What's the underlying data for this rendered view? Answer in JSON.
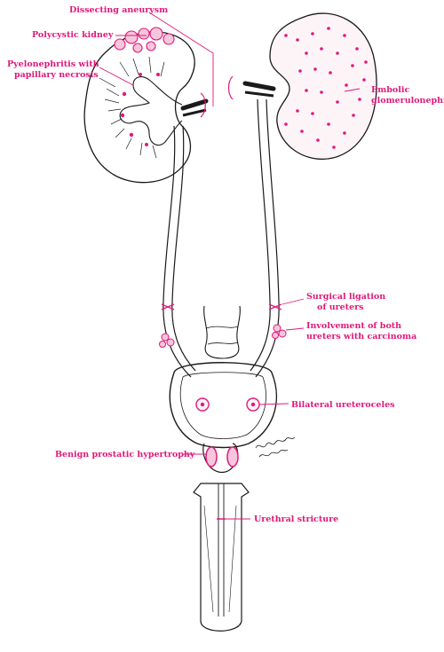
{
  "colors": {
    "accent": "#e0197a",
    "ink": "#1a1a1a",
    "background": "#ffffff"
  },
  "labels": {
    "dissecting_aneurysm": "Dissecting aneurysm",
    "polycystic_kidney": "Polycystic kidney",
    "pyelonephritis_line1": "Pyelonephritis with",
    "pyelonephritis_line2": "papillary necrosis",
    "embolic_line1": "Embolic",
    "embolic_line2": "glomerulonephritis",
    "ligation_line1": "Surgical ligation",
    "ligation_line2": "of ureters",
    "carcinoma_line1": "Involvement of both",
    "carcinoma_line2": "ureters with carcinoma",
    "ureteroceles": "Bilateral ureteroceles",
    "prostatic": "Benign prostatic hypertrophy",
    "stricture": "Urethral stricture"
  },
  "signature": "Artist signature (handwritten)"
}
